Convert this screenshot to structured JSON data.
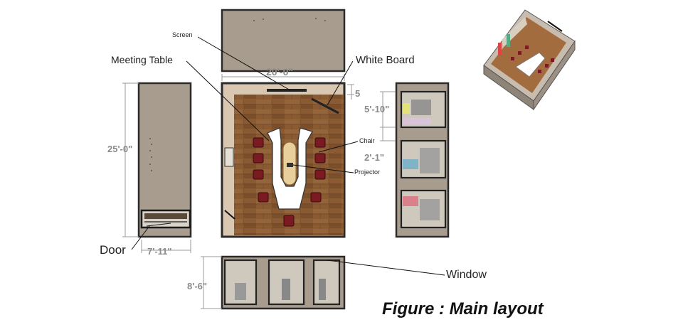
{
  "labels": {
    "screen": "Screen",
    "meeting_table": "Meeting Table",
    "white_board": "White Board",
    "chair": "Chair",
    "projector": "Projector",
    "door": "Door",
    "window": "Window"
  },
  "dimensions": {
    "width": "20'-0\"",
    "length": "25'-0\"",
    "door_wall": "7'-11\"",
    "height": "8'-6\"",
    "side_a": "5'-10\"",
    "side_b": "2'-1\"",
    "side_c": "5"
  },
  "caption": "Figure : Main layout",
  "colors": {
    "wall": "#a89c8f",
    "wall_dark": "#8f8478",
    "floor": "#8a5a33",
    "frame": "#2b2b2b",
    "table": "#ffffff",
    "chair": "#7a1b22",
    "dim_text": "#8a8a8a"
  }
}
